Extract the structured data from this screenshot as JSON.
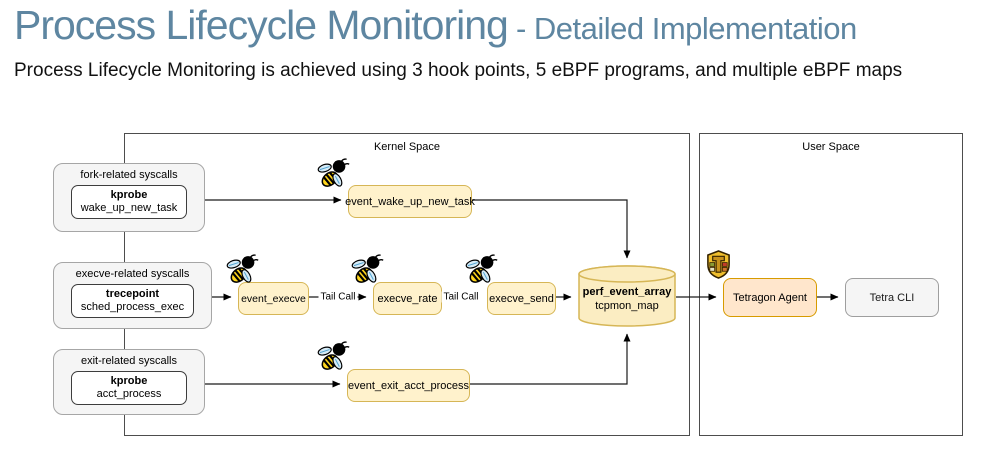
{
  "header": {
    "title": "Process Lifecycle Monitoring",
    "title_suffix": " - Detailed Implementation",
    "subtitle": "Process Lifecycle Monitoring is achieved using 3 hook points, 5 eBPF programs, and multiple eBPF maps"
  },
  "colors": {
    "title_accent": "#5E86A1",
    "program_fill": "#FFF2CC",
    "program_border": "#D6B656",
    "map_fill": "#FBEDC2",
    "agent_fill": "#FFE6CC",
    "agent_border": "#D79B00"
  },
  "diagram": {
    "kernel_space": {
      "label": "Kernel Space"
    },
    "user_space": {
      "label": "User Space"
    },
    "hooks": [
      {
        "group": "fork-related syscalls",
        "type": "kprobe",
        "target": "wake_up_new_task"
      },
      {
        "group": "execve-related syscalls",
        "type": "trecepoint",
        "target": "sched_process_exec"
      },
      {
        "group": "exit-related syscalls",
        "type": "kprobe",
        "target": "acct_process"
      }
    ],
    "programs": [
      {
        "name": "event_wake_up_new_task"
      },
      {
        "name": "event_execve"
      },
      {
        "name": "execve_rate"
      },
      {
        "name": "execve_send"
      },
      {
        "name": "event_exit_acct_process"
      }
    ],
    "map": {
      "name": "perf_event_array",
      "instance": "tcpmon_map"
    },
    "user_nodes": [
      {
        "name": "Tetragon Agent"
      },
      {
        "name": "Tetra CLI"
      }
    ],
    "edge_labels": {
      "tail_call": "Tail Call"
    },
    "icons": {
      "bee": "ebpf-bee-icon",
      "tetragon": "tetragon-shield-icon"
    }
  }
}
